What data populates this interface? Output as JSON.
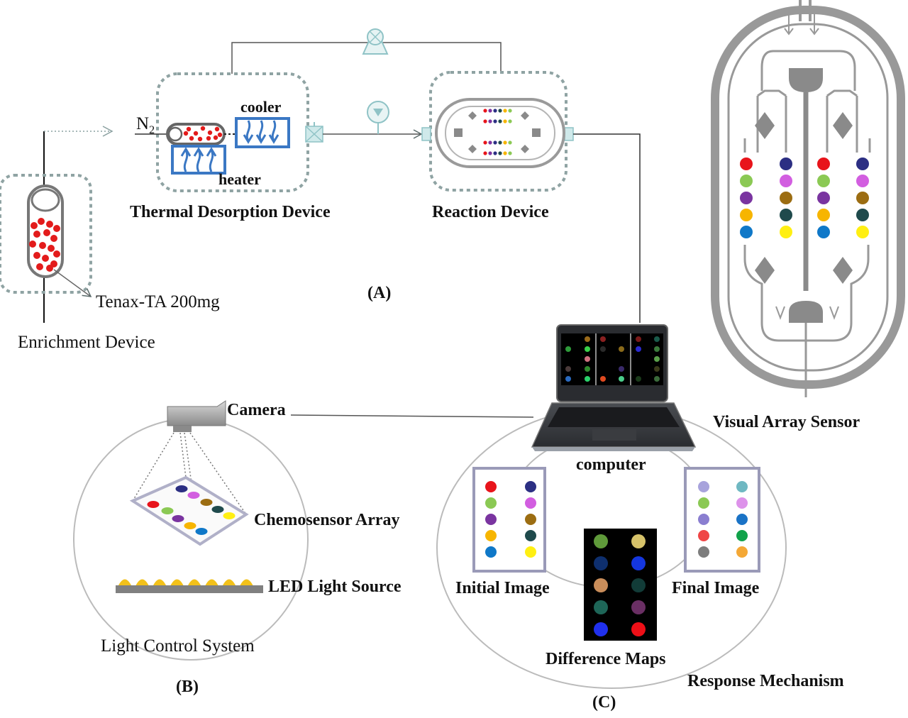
{
  "labels": {
    "n2": "N",
    "n2_sub": "2",
    "cooler": "cooler",
    "heater": "heater",
    "thermal_desorption": "Thermal Desorption Device",
    "reaction_device": "Reaction Device",
    "tenax": "Tenax-TA 200mg",
    "enrichment": "Enrichment Device",
    "panel_a": "(A)",
    "camera": "Camera",
    "chemosensor": "Chemosensor Array",
    "led": "LED Light Source",
    "light_control": "Light Control System",
    "panel_b": "(B)",
    "computer": "computer",
    "initial_image": "Initial Image",
    "final_image": "Final Image",
    "difference_maps": "Difference Maps",
    "response_mechanism": "Response Mechanism",
    "panel_c": "(C)",
    "visual_array_sensor": "Visual Array Sensor"
  },
  "colors": {
    "dash_border": "#8fa3a3",
    "device_blue": "#3b78c4",
    "tube_red": "#e31b1b",
    "chip_gray": "#8a8a8a",
    "valve_teal": "#a9d4d6",
    "led_yellow": "#f2c11a"
  },
  "sensor_dye_colors": {
    "left_column": [
      "#e8141b",
      "#8bc954",
      "#7a34a0",
      "#f7b500",
      "#0f78c8"
    ],
    "right_column": [
      "#2c2f83",
      "#d25ee0",
      "#9c6d12",
      "#1f4a4c",
      "#ffef12"
    ]
  },
  "initial_image_colors": {
    "left_column": [
      "#e8141b",
      "#8bc954",
      "#7a34a0",
      "#f7b500",
      "#0f78c8"
    ],
    "right_column": [
      "#2c2f83",
      "#d25ee0",
      "#9c6d12",
      "#1f4a4c",
      "#ffef12"
    ]
  },
  "final_image_colors": {
    "left_column": [
      "#a8a3dc",
      "#8bc954",
      "#8a7ed0",
      "#ef4545",
      "#7d7d7d"
    ],
    "right_column": [
      "#6fb8c2",
      "#dd92ea",
      "#1a73c6",
      "#11a24a",
      "#f4a836"
    ]
  },
  "difference_map_colors": {
    "left_column": [
      "#5f9a3a",
      "#0e2f6e",
      "#c98d5a",
      "#1e6658",
      "#2030ee"
    ],
    "right_column": [
      "#d6c26a",
      "#1436de",
      "#123c38",
      "#6a2f64",
      "#ee0f17"
    ]
  },
  "screen_dot_colors": {
    "panel1": [
      "#2e9a3a",
      "#3ad04a",
      "#d07080",
      "#4a3a3a",
      "#2e8a2e",
      "#9a6a1a",
      "#2ad06a",
      "#2a6ac0"
    ],
    "panel2": [
      "#8a2020",
      "#2a2a2a",
      "#e04a20",
      "#8a6a1a",
      "#3a2a6a",
      "#4acc8a"
    ],
    "panel3": [
      "#7a1a1a",
      "#1a5a4a",
      "#2a2ad0",
      "#3a7a3a",
      "#1a3a1a",
      "#5aa04a",
      "#3a3a1a",
      "#3a6a3a"
    ]
  },
  "chemosensor_dot_colors": [
    "#2c2f83",
    "#d25ee0",
    "#e8141b",
    "#8bc954",
    "#9c6d12",
    "#1f4a4c",
    "#7a34a0",
    "#f7b500",
    "#ffef12",
    "#0f78c8"
  ],
  "reaction_chip_dot_colors": [
    "#e8141b",
    "#7a34a0",
    "#2c2f83",
    "#1f4a4c",
    "#f7b500",
    "#8bc954"
  ]
}
